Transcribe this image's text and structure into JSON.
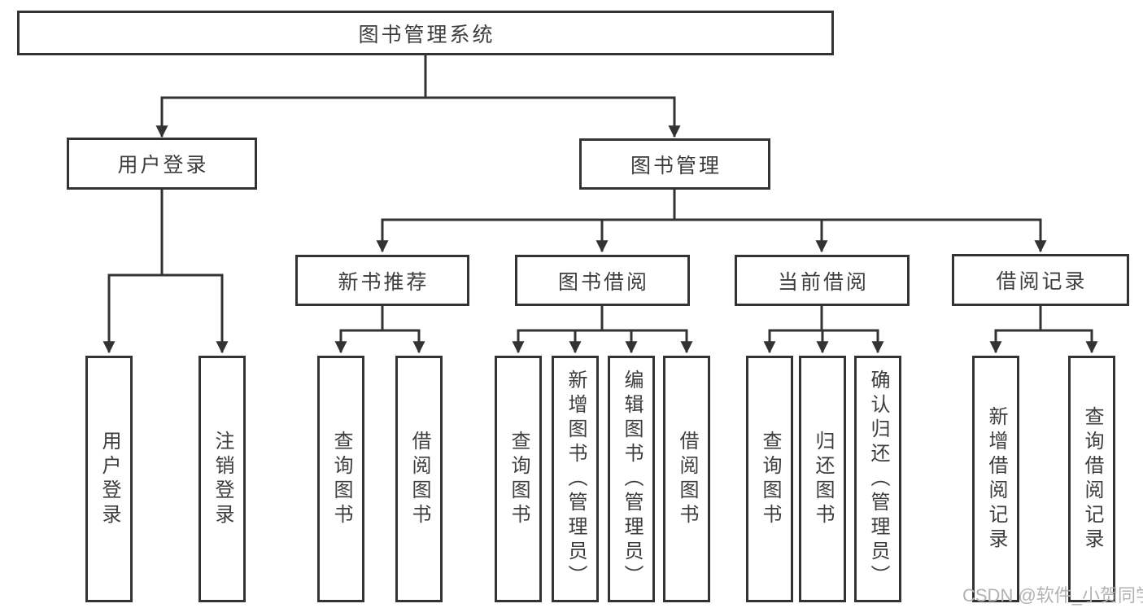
{
  "colors": {
    "border": "#333333",
    "connector": "#333333",
    "text": "#3d3d3d",
    "bg": "#ffffff"
  },
  "watermark": {
    "text": "CSDN @软件_小贺同学",
    "color": "#b2b2b2"
  },
  "tree": {
    "root": {
      "label": "图书管理系统",
      "children": [
        {
          "label": "用户登录",
          "children": [
            {
              "label": "用户登录"
            },
            {
              "label": "注销登录"
            }
          ]
        },
        {
          "label": "图书管理",
          "children": [
            {
              "label": "新书推荐",
              "children": [
                {
                  "label": "查询图书"
                },
                {
                  "label": "借阅图书"
                }
              ]
            },
            {
              "label": "图书借阅",
              "children": [
                {
                  "label": "查询图书"
                },
                {
                  "label": "新增图书（管理员）"
                },
                {
                  "label": "编辑图书（管理员）"
                },
                {
                  "label": "借阅图书"
                }
              ]
            },
            {
              "label": "当前借阅",
              "children": [
                {
                  "label": "查询图书"
                },
                {
                  "label": "归还图书"
                },
                {
                  "label": "确认归还（管理员）"
                }
              ]
            },
            {
              "label": "借阅记录",
              "children": [
                {
                  "label": "新增借阅记录"
                },
                {
                  "label": "查询借阅记录"
                }
              ]
            }
          ]
        }
      ]
    }
  }
}
